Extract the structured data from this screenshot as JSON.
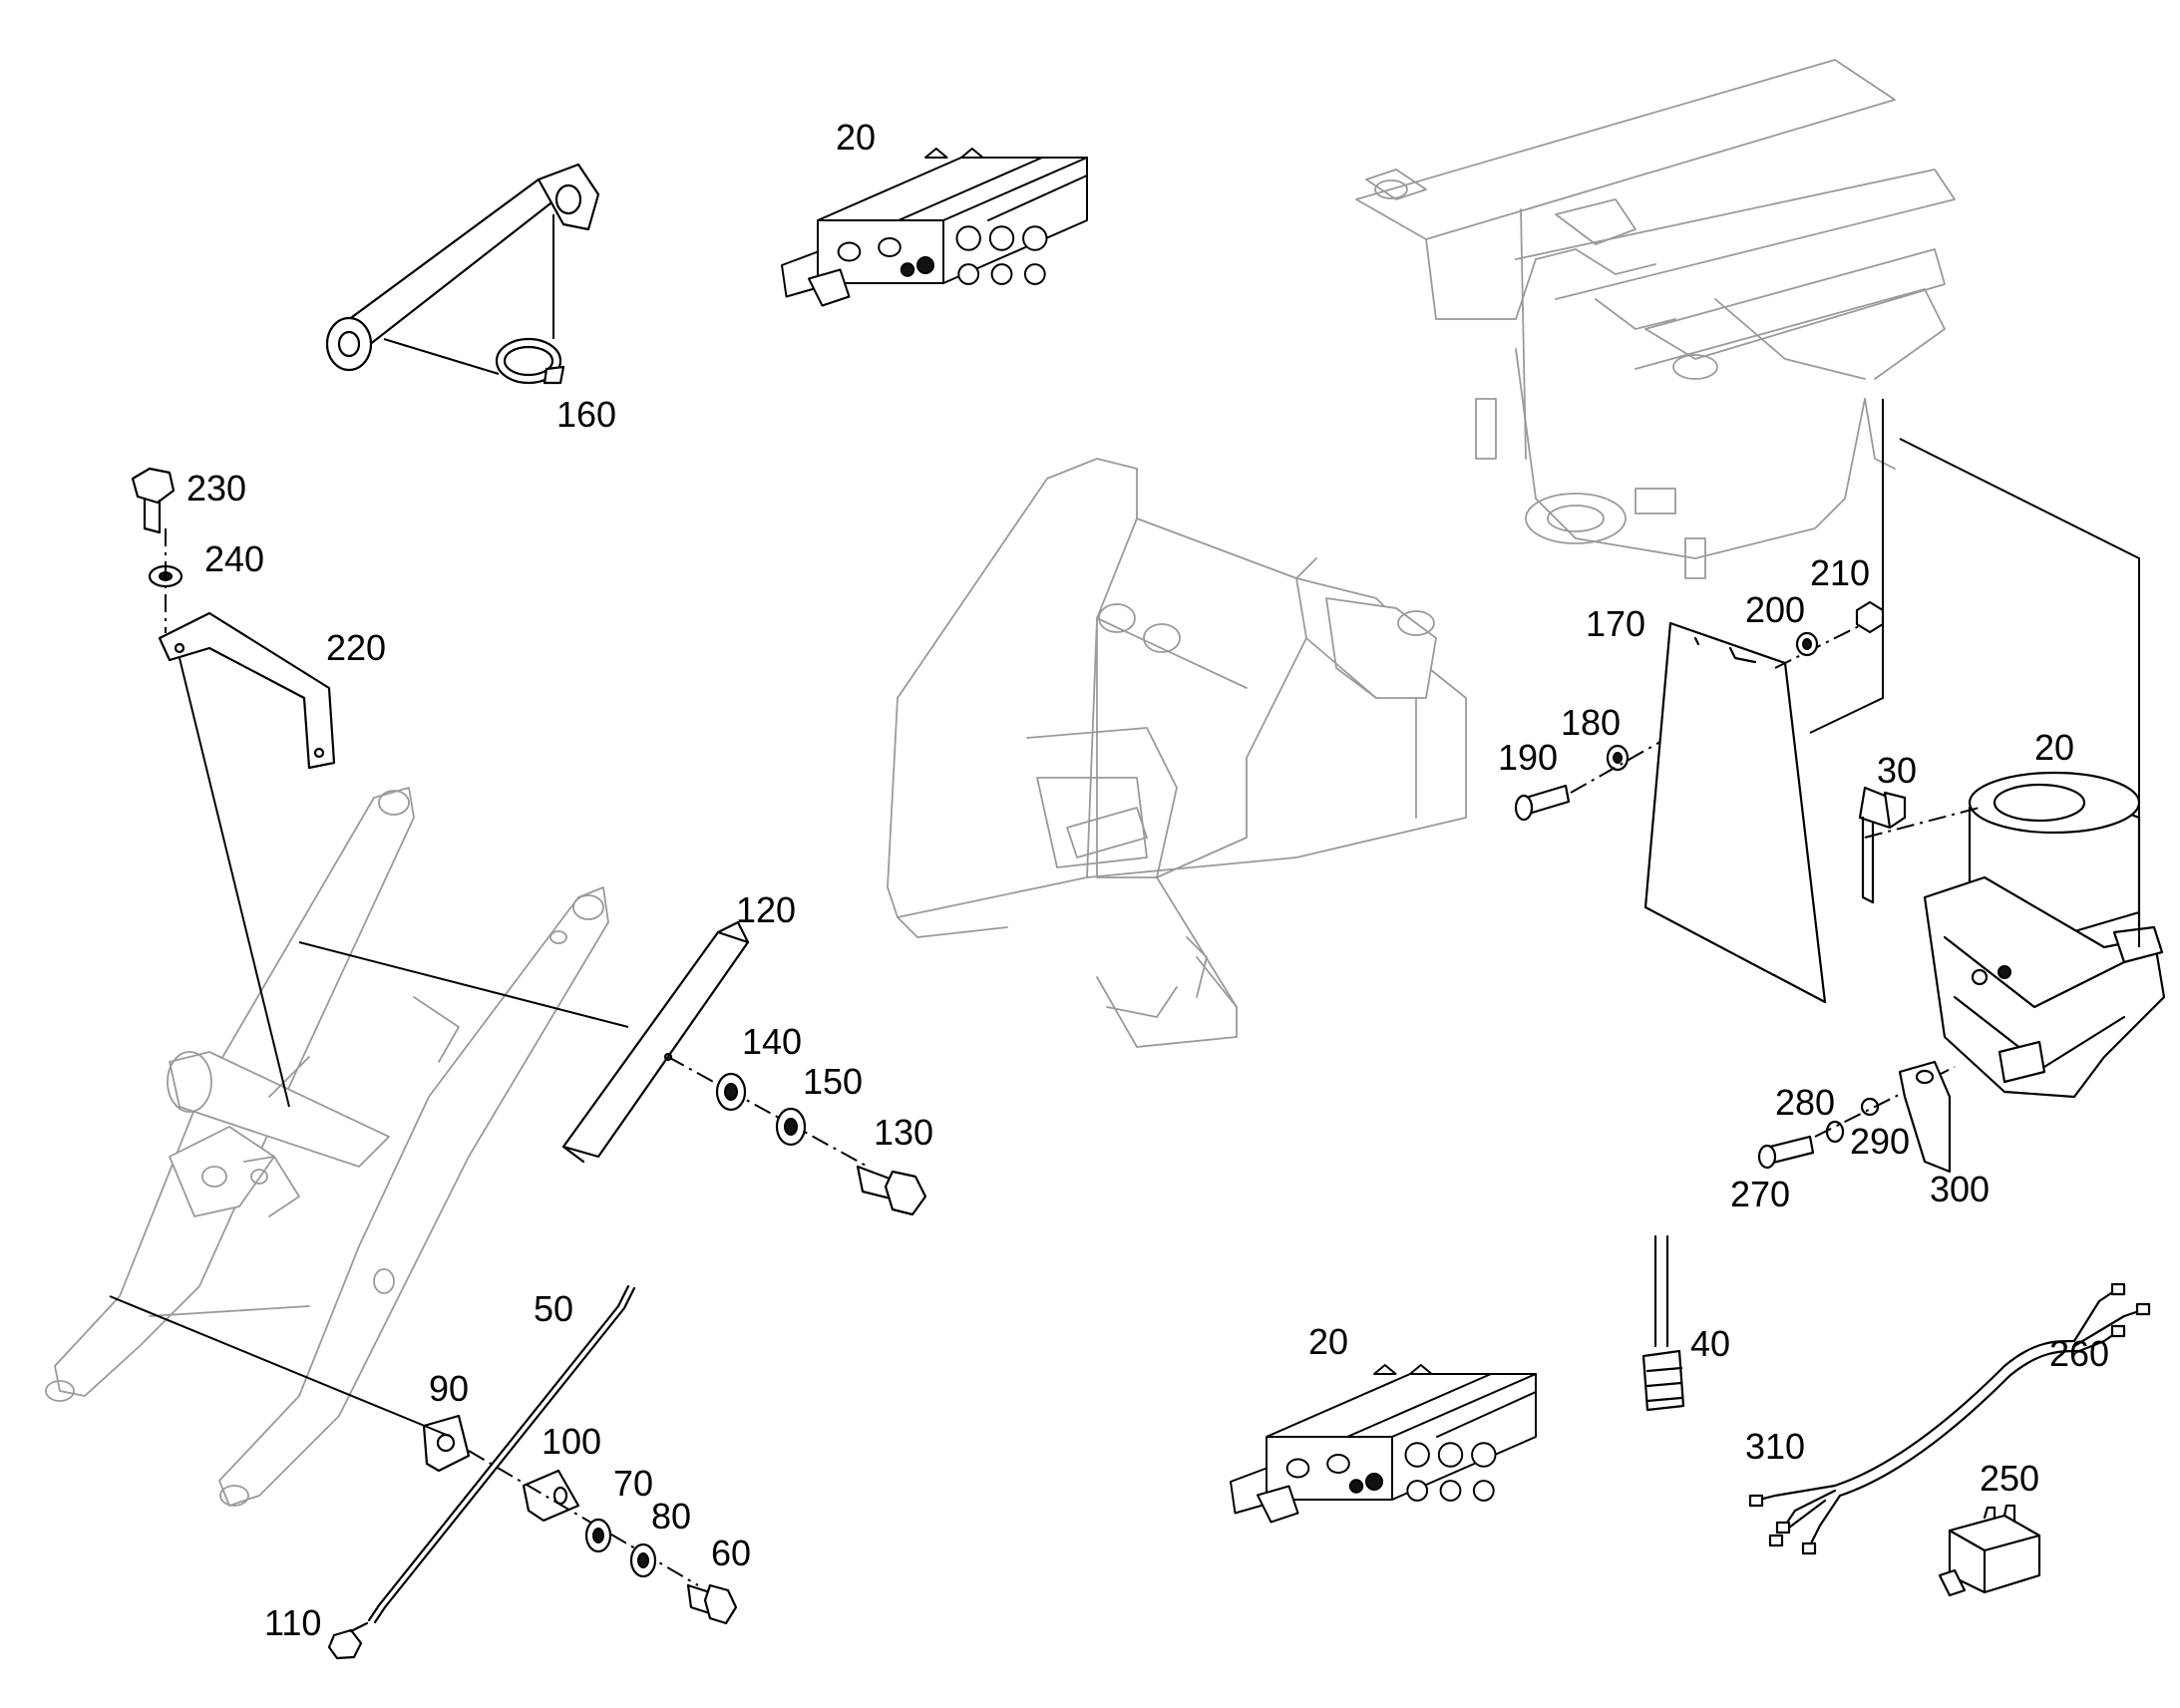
{
  "diagram": {
    "callouts": {
      "c20_top": "20",
      "c160": "160",
      "c230": "230",
      "c240": "240",
      "c220": "220",
      "c170": "170",
      "c200": "200",
      "c210": "210",
      "c180": "180",
      "c190": "190",
      "c30": "30",
      "c20_pump": "20",
      "c120": "120",
      "c140": "140",
      "c150": "150",
      "c130": "130",
      "c280": "280",
      "c290": "290",
      "c270": "270",
      "c300": "300",
      "c50": "50",
      "c90": "90",
      "c100": "100",
      "c70": "70",
      "c80": "80",
      "c60": "60",
      "c110": "110",
      "c20_bottom": "20",
      "c40": "40",
      "c260": "260",
      "c310": "310",
      "c250": "250"
    }
  }
}
